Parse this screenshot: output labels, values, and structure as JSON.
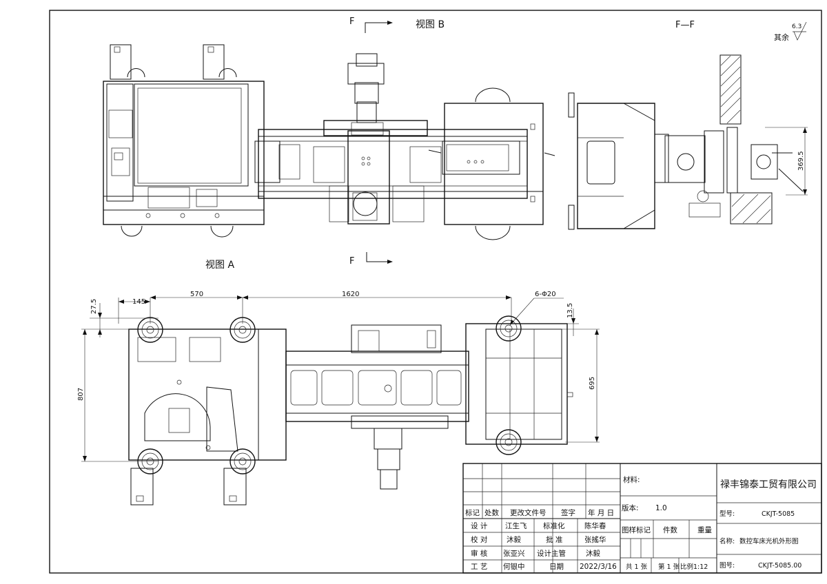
{
  "views": {
    "section_mark": "F",
    "view_b": "视图 B",
    "view_a": "视图 A",
    "section_ff": "F—F",
    "roughness_rest": "其余",
    "roughness_value": "6.3"
  },
  "dimensions": {
    "d145": "145",
    "d570": "570",
    "d1620": "1620",
    "d27_5": "27.5",
    "d807": "807",
    "d6_phi20": "6-Φ20",
    "d13_5": "13.5",
    "d695": "695",
    "d369_5": "369.5"
  },
  "title_block": {
    "company": "禄丰锦泰工贸有限公司",
    "material_label": "材料:",
    "version_label": "版本:",
    "version_value": "1.0",
    "model_label": "型号:",
    "model_value": "CKJT-5085",
    "name_label": "名称:",
    "name_value": "数控车床光机外形图",
    "drawing_no_label": "图号:",
    "drawing_no_value": "CKJT-5085.00",
    "header_row": [
      "标记",
      "处数",
      "更改文件号",
      "签字",
      "年 月 日"
    ],
    "r1": [
      "设 计",
      "江生飞",
      "标准化",
      "陈华春"
    ],
    "r2": [
      "校 对",
      "沐毅",
      "批 准",
      "张搖华"
    ],
    "r3": [
      "审 核",
      "张亚兴",
      "设计主管",
      "沐毅"
    ],
    "r4": [
      "工 艺",
      "何银中",
      "日期",
      "2022/3/16"
    ],
    "pattern_mark": "图样标记",
    "quantity": "件数",
    "weight": "重量",
    "sheets_total": "共 1 张",
    "sheet_no": "第 1 张",
    "scale": "比例1:12"
  }
}
